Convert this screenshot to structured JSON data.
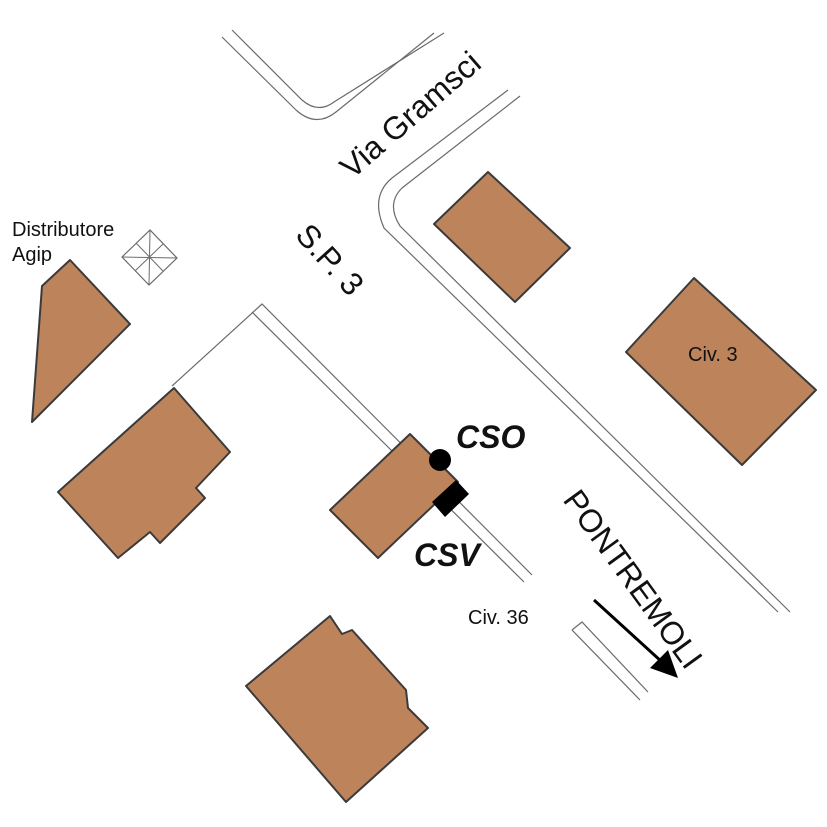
{
  "labels": {
    "via_gramsci": "Via Gramsci",
    "sp3": "S.P. 3",
    "distributore_line1": "Distributore",
    "distributore_line2": "Agip",
    "civ3": "Civ. 3",
    "cso": "CSO",
    "csv": "CSV",
    "civ36": "Civ. 36",
    "pontremoli": "PONTREMOLI"
  },
  "colors": {
    "building_fill": "#bd845c",
    "building_stroke": "#3a3a3a",
    "road_line": "#6b6b6b",
    "marker": "#000000"
  },
  "icons": {
    "distributore": "crossed-box-icon",
    "cso": "filled-circle-marker",
    "csv": "filled-square-marker",
    "direction": "arrow-southeast-icon"
  }
}
